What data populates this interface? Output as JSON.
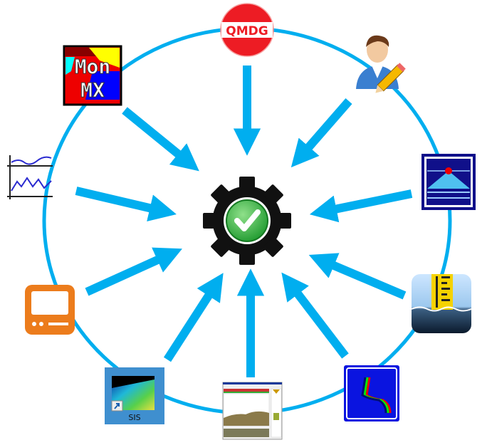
{
  "colors": {
    "ring": "#00aeef",
    "arrow": "#00aeef",
    "qmdg_red": "#ed1c24",
    "gear": "#111111",
    "check_green": "#3cb44a"
  },
  "nodes": {
    "qmdg": {
      "label": "QMDG",
      "icon": "qmdg-logo-icon"
    },
    "monmx": {
      "label_line1": "Mon",
      "label_line2": "MX",
      "icon": "monmx-logo-icon"
    },
    "user_editor": {
      "icon": "user-edit-icon"
    },
    "time_series": {
      "icon": "time-series-chart-icon"
    },
    "profile_tool": {
      "icon": "profile-tool-icon"
    },
    "monitor_device": {
      "icon": "monitor-device-icon"
    },
    "tide_gauge": {
      "icon": "tide-gauge-icon"
    },
    "sis": {
      "label": "SIS",
      "icon": "sis-shortcut-icon"
    },
    "echogram": {
      "icon": "echogram-window-icon"
    },
    "sound_velocity": {
      "icon": "sound-velocity-profile-icon"
    }
  },
  "center": {
    "icon": "gear-check-icon"
  }
}
